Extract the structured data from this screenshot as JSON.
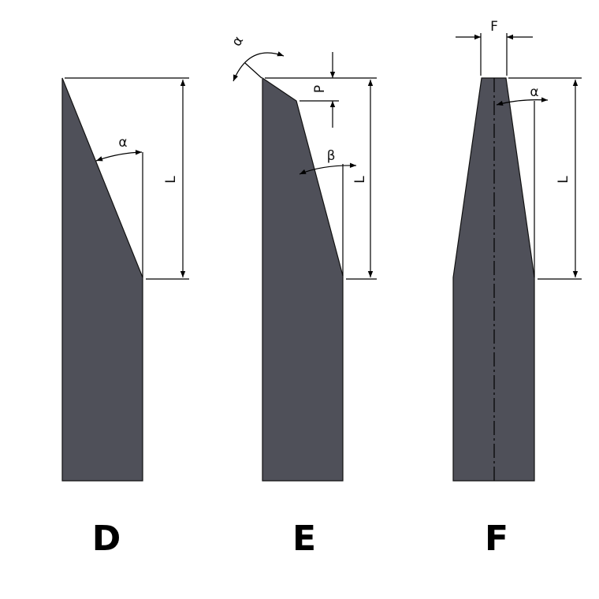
{
  "colors": {
    "blade_fill": "#4f5059",
    "line": "#000000",
    "background": "#ffffff"
  },
  "blade_d": {
    "caption": "D",
    "length_label": "L",
    "angle_label": "α"
  },
  "blade_e": {
    "caption": "E",
    "top_angle_label": "α",
    "p_label": "P",
    "beta_label": "β",
    "length_label": "L"
  },
  "blade_f": {
    "caption": "F",
    "width_label": "F",
    "angle_label": "α",
    "length_label": "L"
  }
}
